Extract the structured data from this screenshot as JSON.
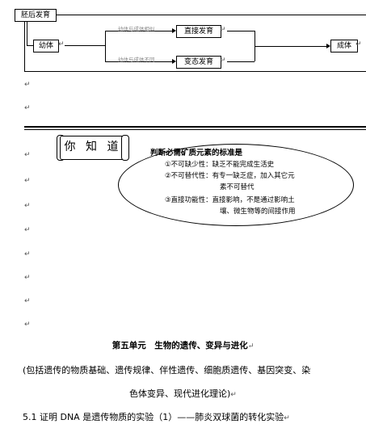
{
  "diagram": {
    "start_label": "胚后发育",
    "larva_label": "幼体",
    "direct_label": "直接发育",
    "meta_label": "变态发育",
    "adult_label": "成体",
    "edge_similar": "幼体与成体相似",
    "edge_different": "幼体与成体不同"
  },
  "callout": {
    "scroll_text": "你 知 道",
    "title": "判断必需矿质元素的标准是",
    "lines": [
      "①不可缺少性：缺乏不能完成生活史",
      "②不可替代性：有专一缺乏症，加入其它元",
      "素不可替代",
      "③直接功能性：直接影响，不是通过影响土",
      "壤、微生物等的间接作用"
    ]
  },
  "unit_title": "第五单元　生物的遗传、变异与进化",
  "paragraph_line1": "(包括遗传的物质基础、遗传规律、伴性遗传、细胞质遗传、基因突变、染",
  "paragraph_line2": "色体变异、现代进化理论)",
  "section_heading": "5.1 证明 DNA 是遗传物质的实验（1）——肺炎双球菌的转化实验",
  "return_mark": "↵"
}
